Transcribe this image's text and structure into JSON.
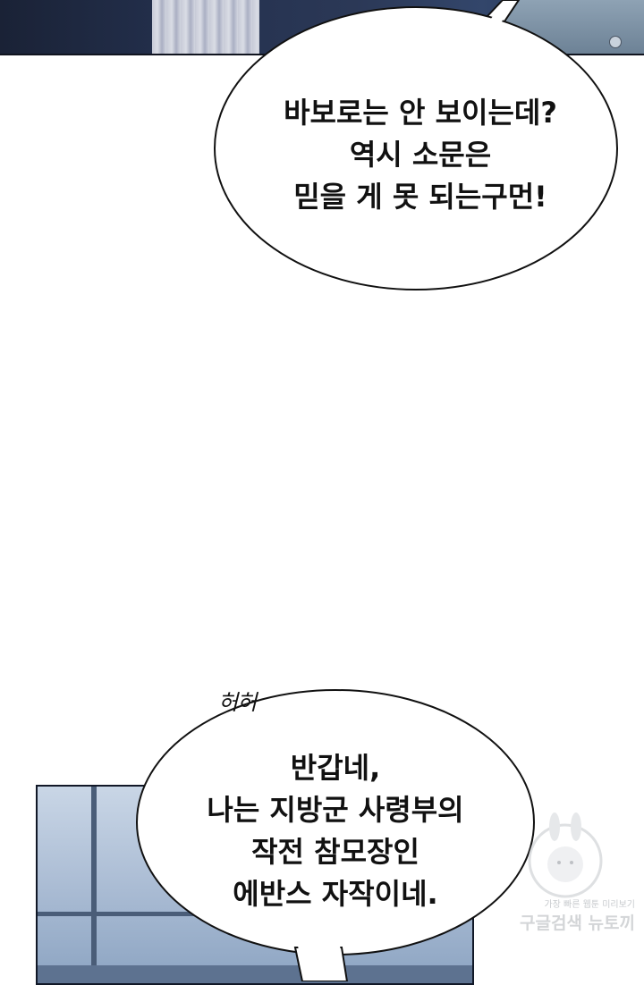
{
  "bubble_top": {
    "lines": [
      "바보로는 안 보이는데?",
      "역시 소문은",
      "믿을 게 못 되는구먼!"
    ]
  },
  "sound_effect": "허허",
  "bubble_bottom": {
    "lines": [
      "반갑네,",
      "나는 지방군 사령부의",
      "작전 참모장인",
      "에반스 자작이네."
    ]
  },
  "watermark": {
    "tagline": "가장 빠른 웹툰 미리보기",
    "brand": "구글검색 뉴토끼"
  },
  "colors": {
    "bubble_fill": "#ffffff",
    "bubble_stroke": "#111111",
    "text": "#111111"
  }
}
